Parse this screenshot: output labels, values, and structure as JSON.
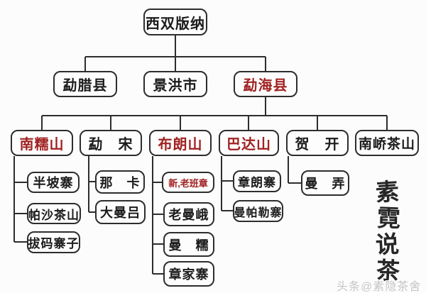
{
  "colors": {
    "background": "#fcfcfc",
    "box_border": "#2d2d2d",
    "box_fill": "#fdfdfd",
    "text_black": "#1b1b1b",
    "text_red_highlight": "#a02121",
    "connector_line": "#2d2d2d",
    "watermark_gray": "#c3c3c3"
  },
  "org": {
    "root": {
      "label": "西双版纳"
    },
    "counties": [
      {
        "label": "勐腊县"
      },
      {
        "label": "景洪市"
      },
      {
        "label": "勐海县",
        "highlighted": true
      }
    ],
    "mountains": [
      {
        "label": "南糯山",
        "highlighted": true,
        "villages": [
          {
            "label": "半坡寨"
          },
          {
            "label": "帕沙茶山"
          },
          {
            "label": "拔码寨子"
          }
        ]
      },
      {
        "label": "勐　宋",
        "villages": [
          {
            "label": "那　卡"
          },
          {
            "label": "大曼吕"
          }
        ]
      },
      {
        "label": "布朗山",
        "highlighted": true,
        "villages": [
          {
            "label": "新,老班章",
            "highlighted": true
          },
          {
            "label": "老曼峨"
          },
          {
            "label": "曼　糯"
          },
          {
            "label": "章家寨"
          }
        ]
      },
      {
        "label": "巴达山",
        "highlighted": true,
        "villages": [
          {
            "label": "章朗寨"
          },
          {
            "label": "曼帕勒寨"
          }
        ]
      },
      {
        "label": "贺　开",
        "villages": [
          {
            "label": "曼　弄"
          }
        ]
      },
      {
        "label": "南峤茶山",
        "villages": []
      }
    ]
  },
  "watermark": {
    "vertical_chars": {
      "c1": "素",
      "c2": "霓",
      "c3": "说",
      "c4": "茶"
    },
    "footer": "头条@素隐茶舍"
  }
}
